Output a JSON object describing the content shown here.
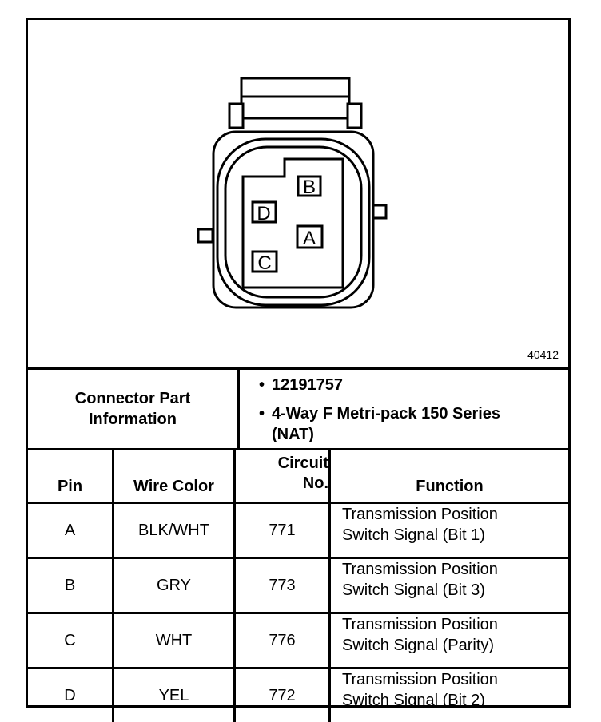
{
  "figure_number": "40412",
  "connector": {
    "pins": [
      {
        "id": "B"
      },
      {
        "id": "D"
      },
      {
        "id": "A"
      },
      {
        "id": "C"
      }
    ]
  },
  "part_info": {
    "label": "Connector Part Information",
    "items": [
      "12191757",
      "4-Way F Metri-pack 150 Series (NAT)"
    ]
  },
  "table": {
    "headers": {
      "pin": "Pin",
      "wire_color": "Wire Color",
      "circuit_line1": "Circuit",
      "circuit_line2": "No.",
      "function": "Function"
    },
    "rows": [
      {
        "pin": "A",
        "wire_color": "BLK/WHT",
        "circuit": "771",
        "function_line1": "Transmission Position",
        "function_line2": "Switch Signal (Bit 1)"
      },
      {
        "pin": "B",
        "wire_color": "GRY",
        "circuit": "773",
        "function_line1": "Transmission Position",
        "function_line2": "Switch Signal (Bit 3)"
      },
      {
        "pin": "C",
        "wire_color": "WHT",
        "circuit": "776",
        "function_line1": "Transmission Position",
        "function_line2": "Switch Signal (Parity)"
      },
      {
        "pin": "D",
        "wire_color": "YEL",
        "circuit": "772",
        "function_line1": "Transmission Position",
        "function_line2": "Switch Signal (Bit 2)"
      }
    ]
  }
}
